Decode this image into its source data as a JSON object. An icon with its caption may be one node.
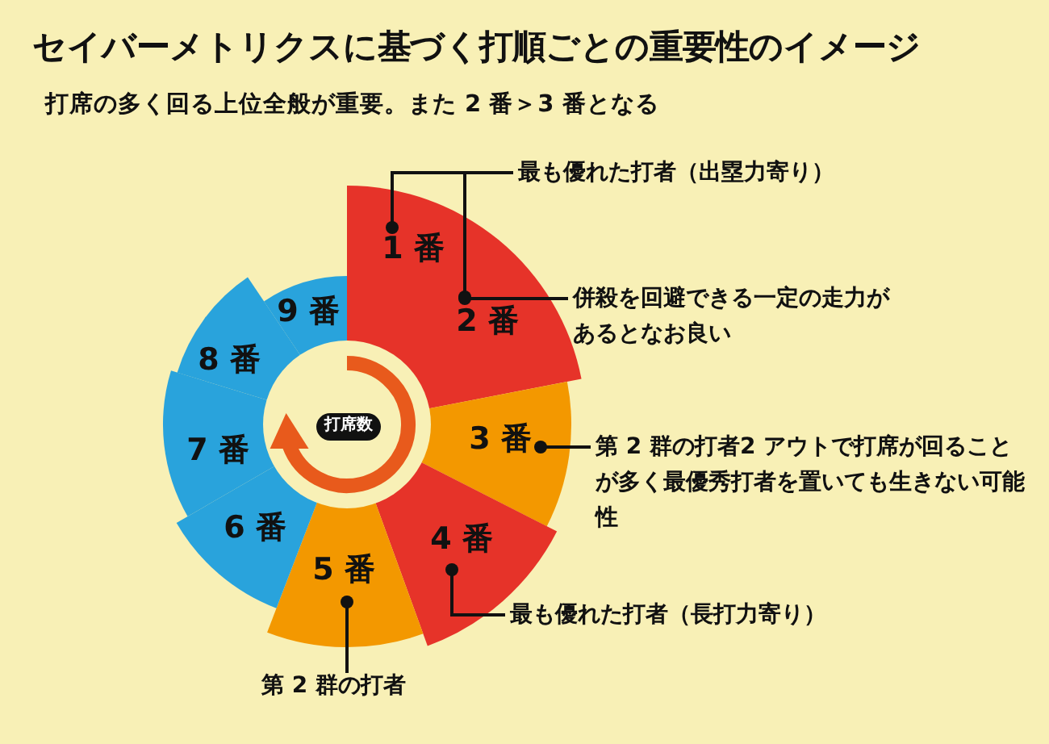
{
  "diagram": {
    "title": "セイバーメトリクスに基づく打順ごとの重要性のイメージ",
    "caption": "打席の多く回る上位全般が重要。また 2 番＞3 番となる",
    "nodes": [
      {
        "text": [
          "1 番"
        ]
      },
      {
        "text": [
          "2 番"
        ]
      },
      {
        "text": [
          "3 番"
        ]
      },
      {
        "text": [
          "4 番"
        ]
      },
      {
        "text": [
          "5 番"
        ]
      },
      {
        "text": [
          "6 番"
        ]
      },
      {
        "text": [
          "7 番"
        ]
      },
      {
        "text": [
          "8 番"
        ]
      },
      {
        "text": [
          "9 番"
        ]
      },
      {
        "text": [
          "打席数"
        ]
      },
      {
        "text": [
          "最も優れた打者（出塁力寄り）"
        ]
      },
      {
        "text": [
          "併殺を回避できる一定の走力があるとなお良い"
        ]
      },
      {
        "text": [
          "第 2 群の打者2 アウトで打席が回ることが多く最優秀打者を置いても生きない可能性"
        ]
      },
      {
        "text": [
          "最も優れた打者（長打力寄り）"
        ]
      },
      {
        "text": [
          "第 2 群の打者"
        ]
      }
    ],
    "edges": [
      {
        "from": 10,
        "to": 0,
        "arrow": "other"
      },
      {
        "from": 10,
        "to": 1,
        "arrow": "other"
      },
      {
        "from": 11,
        "to": 1,
        "arrow": "other"
      },
      {
        "from": 12,
        "to": 2,
        "arrow": "other"
      },
      {
        "from": 13,
        "to": 3,
        "arrow": "other"
      },
      {
        "from": 14,
        "to": 4,
        "arrow": "other"
      }
    ]
  }
}
